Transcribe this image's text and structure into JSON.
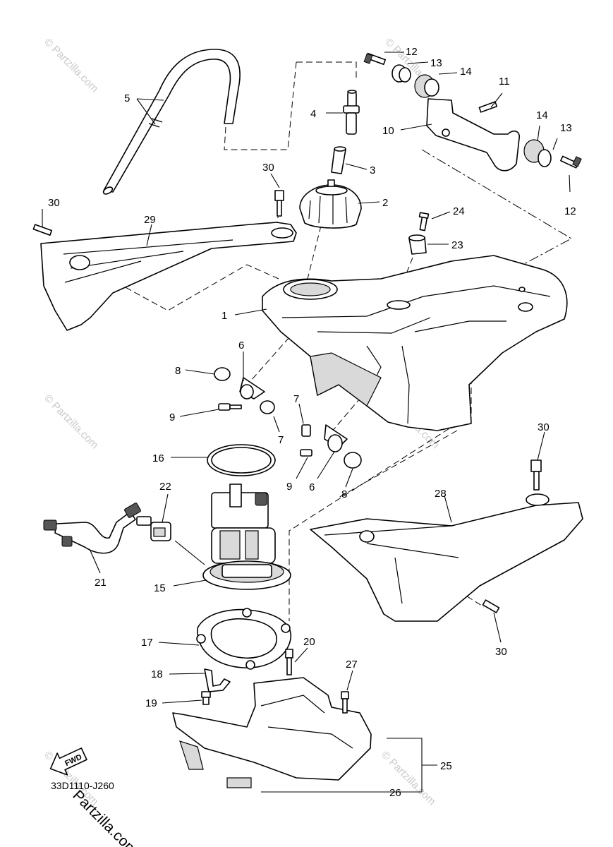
{
  "diagram": {
    "code": "33D1110-J260",
    "fwd_label": "FWD",
    "watermark": "© Partzilla.com",
    "bottom_watermark": "Partzilla.com",
    "callouts": [
      "1",
      "2",
      "3",
      "4",
      "5",
      "6",
      "6",
      "7",
      "7",
      "8",
      "8",
      "9",
      "9",
      "10",
      "11",
      "12",
      "12",
      "13",
      "13",
      "14",
      "14",
      "15",
      "16",
      "17",
      "18",
      "19",
      "20",
      "21",
      "22",
      "23",
      "24",
      "25",
      "26",
      "27",
      "28",
      "29",
      "30",
      "30",
      "30",
      "30"
    ]
  }
}
